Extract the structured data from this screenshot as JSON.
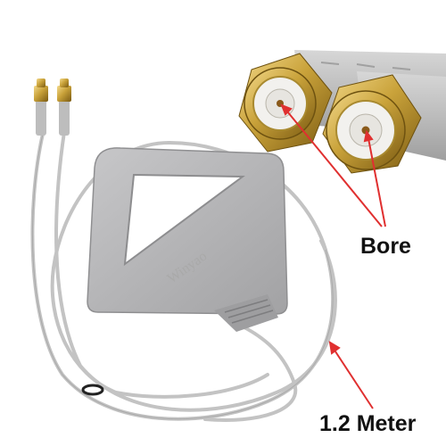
{
  "labels": {
    "bore": "Bore",
    "length": "1.2 Meter"
  },
  "brand_text": "Winyao",
  "colors": {
    "cable": "#c3c3c3",
    "antenna_body": "#b3b3b5",
    "gold": "#c9a23a",
    "arrow": "#e03030"
  }
}
